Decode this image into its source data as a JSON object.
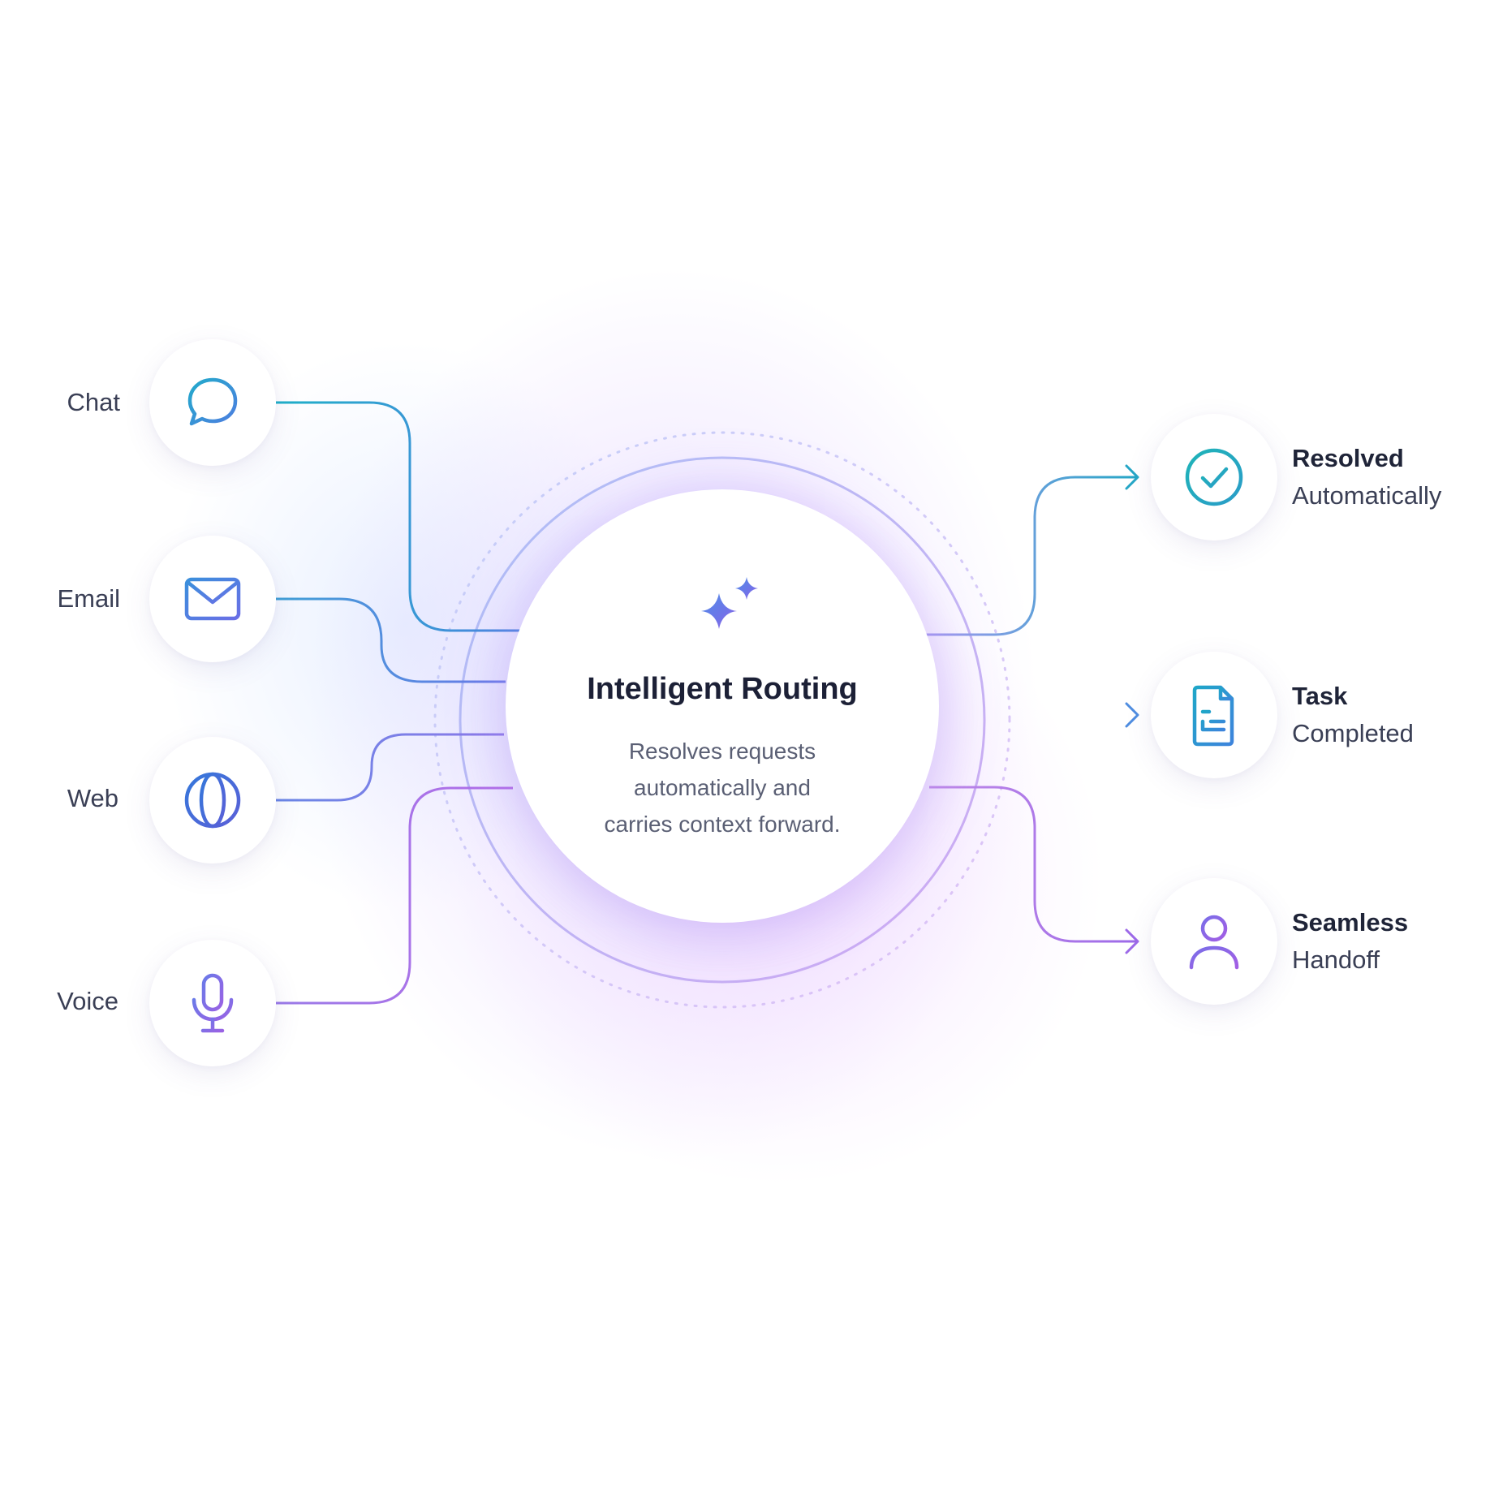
{
  "diagram": {
    "center": {
      "title": "Intelligent Routing",
      "subtitle_lines": [
        "Resolves requests",
        "automatically and",
        "carries context forward."
      ],
      "icon": "sparkle-icon"
    },
    "inputs": [
      {
        "label": "Chat",
        "icon": "chat-bubble-icon"
      },
      {
        "label": "Email",
        "icon": "envelope-icon"
      },
      {
        "label": "Web",
        "icon": "globe-icon"
      },
      {
        "label": "Voice",
        "icon": "microphone-icon"
      }
    ],
    "outputs": [
      {
        "line1": "Resolved",
        "line2": "Automatically",
        "icon": "check-circle-icon"
      },
      {
        "line1": "Task",
        "line2": "Completed",
        "icon": "document-icon"
      },
      {
        "line1": "Seamless",
        "line2": "Handoff",
        "icon": "user-icon"
      }
    ],
    "colors": {
      "teal": "#1fa7c4",
      "blue": "#4a7fe0",
      "indigo": "#6a7ae8",
      "violet": "#a06ee8",
      "ring": "#a9b6f2"
    }
  }
}
